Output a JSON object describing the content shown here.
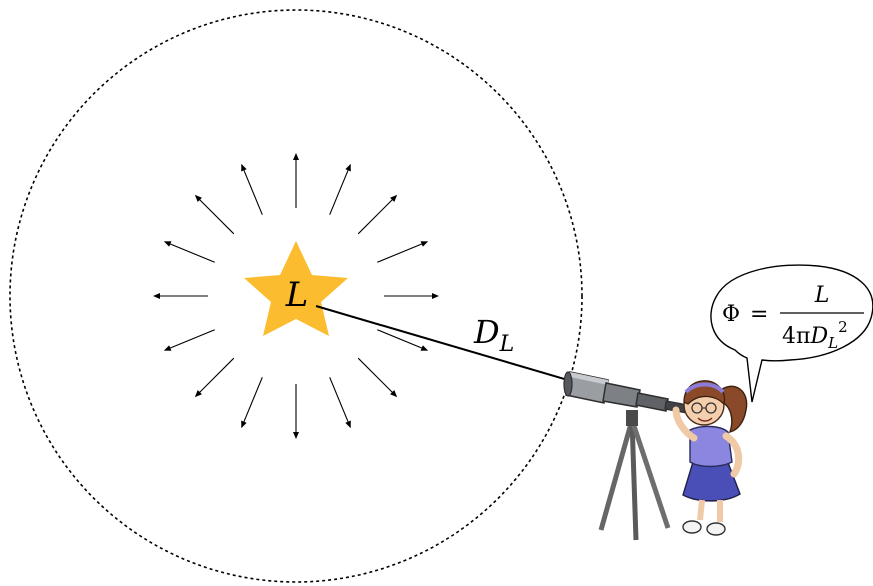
{
  "star": {
    "label": "L",
    "color": "#fbbc2f"
  },
  "distance": {
    "symbol": "D",
    "subscript": "L"
  },
  "formula": {
    "lhs": "Φ",
    "equals": "=",
    "numerator": "L",
    "denominator_prefix": "4π",
    "denominator_symbol": "D",
    "denominator_subscript": "L",
    "denominator_exponent": "2"
  }
}
